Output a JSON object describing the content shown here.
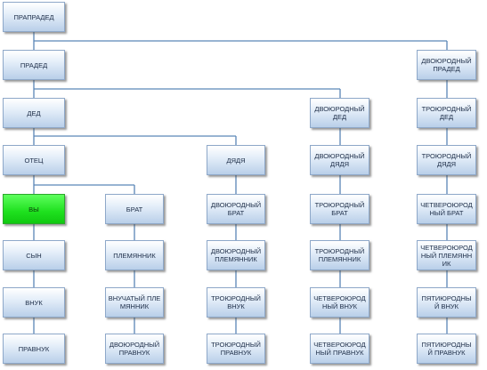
{
  "colors": {
    "connector": "#5b86b6",
    "self_highlight": "#22e022",
    "box_fill": "#dde9f7"
  },
  "nodes": {
    "praprahed": "ПРАПРАДЕД",
    "prahed": "ПРАДЕД",
    "dvoyurodny_praded": "ДВОЮРОДНЫЙ ПРАДЕД",
    "ded": "ДЕД",
    "dvoyurodny_ded": "ДВОЮРОДНЫЙ ДЕД",
    "troyurodny_ded": "ТРОЮРОДНЫЙ ДЕД",
    "otec": "ОТЕЦ",
    "dyadya": "ДЯДЯ",
    "dvoyurodny_dyadya": "ДВОЮРОДНЫЙ ДЯДЯ",
    "troyurodny_dyadya": "ТРОЮРОДНЫЙ ДЯДЯ",
    "vy": "ВЫ",
    "brat": "БРАТ",
    "dvoyurodny_brat": "ДВОЮРОДНЫЙ БРАТ",
    "troyurodny_brat": "ТРОЮРОДНЫЙ БРАТ",
    "chetveroyurodny_brat": "ЧЕТВЕРОЮРОД НЫЙ БРАТ",
    "syn": "СЫН",
    "plemyannik": "ПЛЕМЯННИК",
    "dvoyurodny_plemyannik": "ДВОЮРОДНЫЙ ПЛЕМЯННИК",
    "troyurodny_plemyannik": "ТРОЮРОДНЫЙ ПЛЕМЯННИК",
    "chetveroyurodny_plemyannik": "ЧЕТВЕРОЮРОД НЫЙ ПЛЕМЯННИК",
    "vnuk": "ВНУК",
    "vnuchaty_plemyannik": "ВНУЧАТЫЙ ПЛЕМЯННИК",
    "troyurodny_vnuk": "ТРОЮРОДНЫЙ ВНУК",
    "chetveroyurodny_vnuk": "ЧЕТВЕРОЮРОД НЫЙ ВНУК",
    "pyatiyurodny_vnuk": "ПЯТИЮРОДНЫЙ ВНУК",
    "pravnuk": "ПРАВНУК",
    "dvoyurodny_pravnuk": "ДВОЮРОДНЫЙ ПРАВНУК",
    "troyurodny_pravnuk": "ТРОЮРОДНЫЙ ПРАВНУК",
    "chetveroyurodny_pravnuk": "ЧЕТВЕРОЮРОД НЫЙ ПРАВНУК",
    "pyatiyurodny_pravnuk": "ПЯТИЮРОДНЫЙ ПРАВНУК"
  }
}
